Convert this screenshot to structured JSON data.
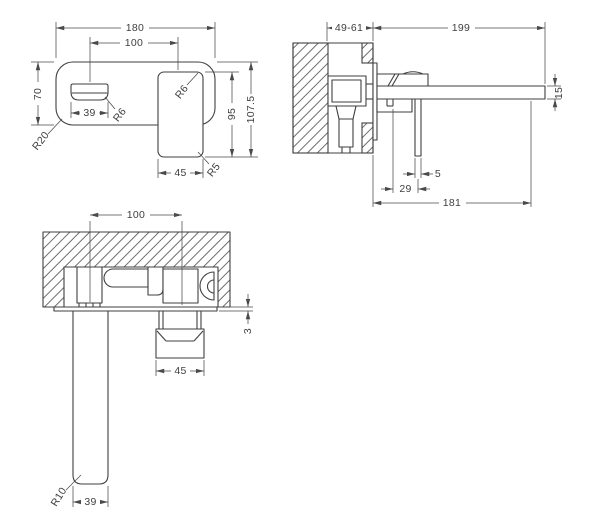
{
  "drawing": {
    "title": "wall-mounted-basin-mixer-technical-drawing",
    "front_view": {
      "overall_width": "180",
      "spout_to_handle_centres": "100",
      "plate_height": "70",
      "spout_width": "39",
      "plate_corner_radius": "R20",
      "spout_corner_radius": "R6",
      "handle_corner_radius": "R6",
      "handle_height": "95",
      "overall_height": "107.5",
      "handle_width": "45",
      "handle_bottom_radius": "R5"
    },
    "side_view": {
      "wall_depth_range": "49-61",
      "spout_projection": "199",
      "spout_height": "15",
      "lever_thickness": "5",
      "lever_offset": "29",
      "spout_reach": "181"
    },
    "plan_view": {
      "spout_to_handle_centres": "100",
      "plate_thickness": "3",
      "handle_width": "45",
      "spout_width": "39",
      "spout_corner_radius": "R10"
    }
  },
  "colors": {
    "line": "#3f3f3f",
    "dim_line": "#4a4a4a",
    "background": "#ffffff"
  }
}
